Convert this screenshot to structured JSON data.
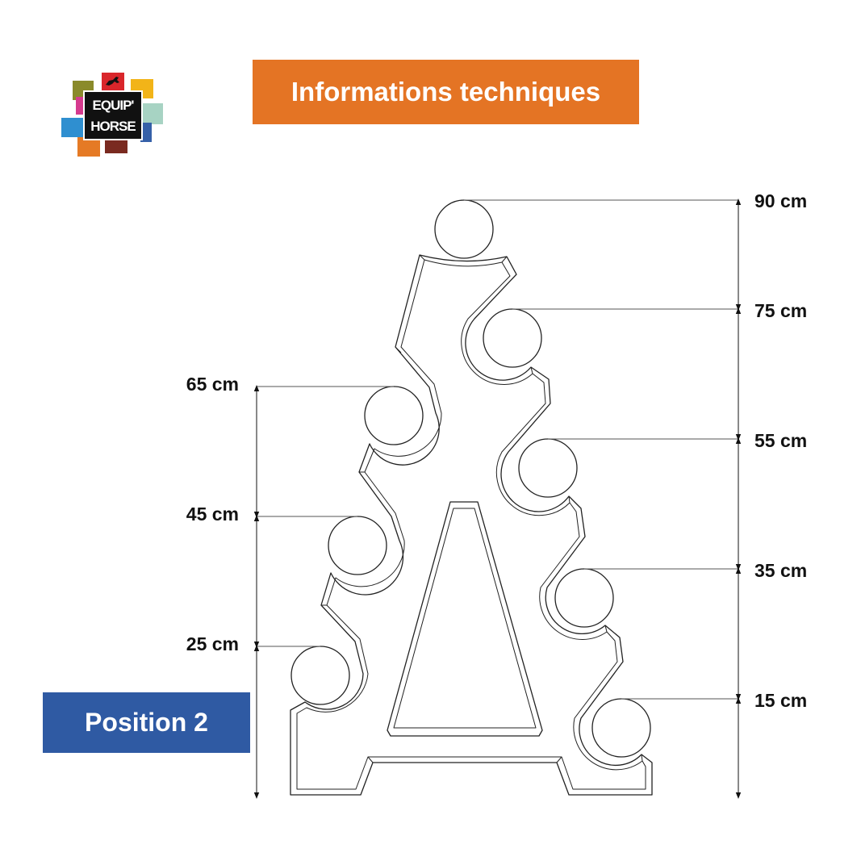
{
  "header": {
    "title": "Informations techniques",
    "logo": {
      "line1": "EQUIP'",
      "line2": "HORSE",
      "icon": "horse-icon"
    }
  },
  "position_label": "Position 2",
  "heights": {
    "right": [
      "90 cm",
      "75 cm",
      "55 cm",
      "35 cm",
      "15 cm"
    ],
    "left": [
      "65 cm",
      "45 cm",
      "25 cm"
    ]
  },
  "colors": {
    "title_banner": "#e47424",
    "position_banner": "#2f5aa3",
    "logo_squares": [
      "#8a8a2a",
      "#d9262b",
      "#f2b418",
      "#d63a8e",
      "#a7d3c3",
      "#2f8fd0",
      "#3560a8",
      "#e57a25",
      "#7a2a20"
    ]
  }
}
